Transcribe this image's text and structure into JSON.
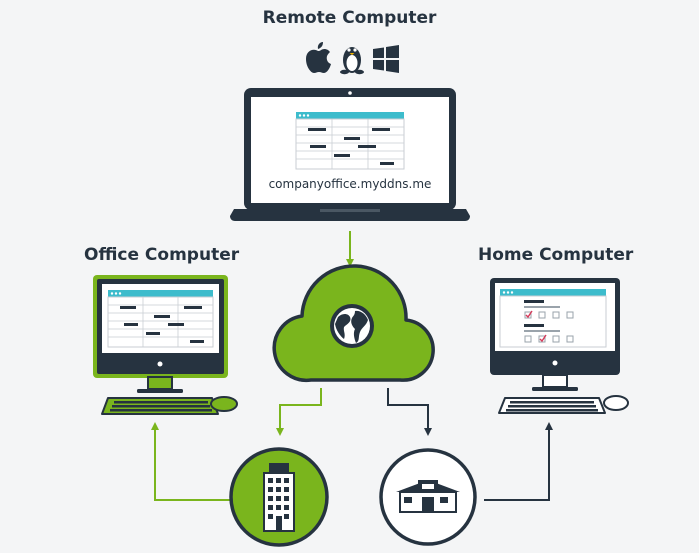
{
  "remote": {
    "title": "Remote Computer",
    "url": "companyoffice.myddns.me",
    "os_icons": [
      "apple-icon",
      "linux-icon",
      "windows-icon"
    ]
  },
  "office": {
    "title": "Office Computer"
  },
  "home": {
    "title": "Home Computer"
  },
  "colors": {
    "dark": "#263340",
    "green": "#7ab51d",
    "teal": "#3dbccc",
    "background": "#f4f5f6"
  }
}
